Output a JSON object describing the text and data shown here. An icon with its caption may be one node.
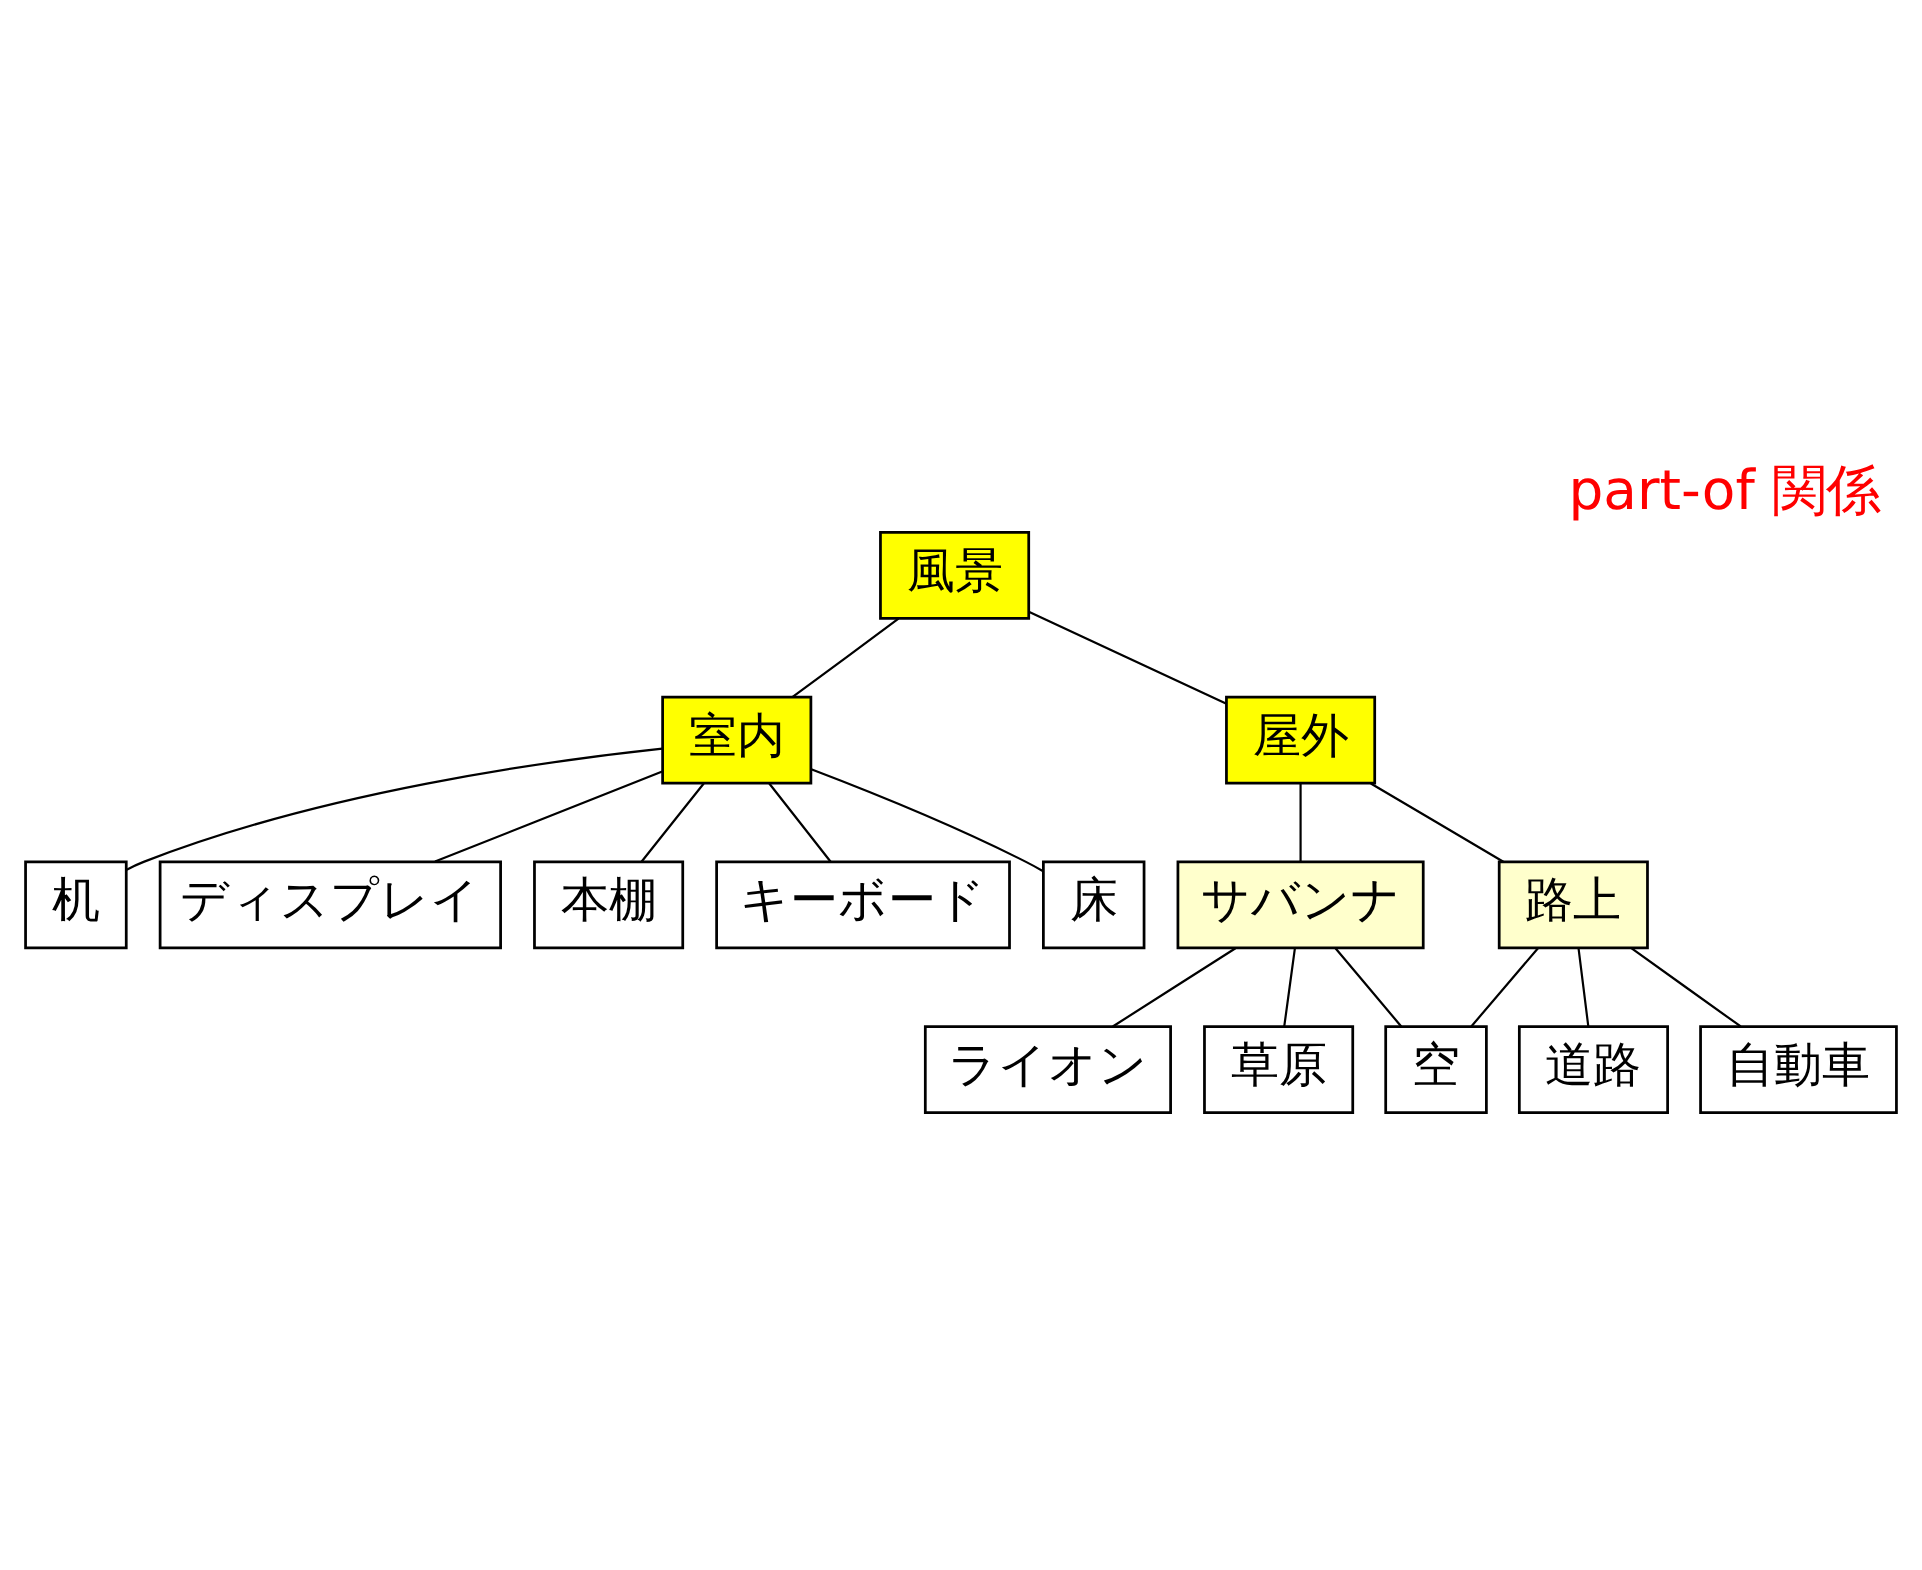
{
  "diagram": {
    "title": "part-of 関係",
    "nodes": [
      {
        "text": [
          "風景"
        ]
      },
      {
        "text": [
          "室内"
        ]
      },
      {
        "text": [
          "屋外"
        ]
      },
      {
        "text": [
          "サバンナ"
        ]
      },
      {
        "text": [
          "路上"
        ]
      },
      {
        "text": [
          "机"
        ]
      },
      {
        "text": [
          "ディスプレイ"
        ]
      },
      {
        "text": [
          "本棚"
        ]
      },
      {
        "text": [
          "キーボード"
        ]
      },
      {
        "text": [
          "床"
        ]
      },
      {
        "text": [
          "ライオン"
        ]
      },
      {
        "text": [
          "草原"
        ]
      },
      {
        "text": [
          "空"
        ]
      },
      {
        "text": [
          "道路"
        ]
      },
      {
        "text": [
          "自動車"
        ]
      }
    ],
    "edges": [
      {
        "from": 0,
        "to": 1,
        "arrow": "none"
      },
      {
        "from": 0,
        "to": 2,
        "arrow": "none"
      },
      {
        "from": 1,
        "to": 5,
        "arrow": "none"
      },
      {
        "from": 1,
        "to": 7,
        "arrow": "none"
      },
      {
        "from": 1,
        "to": 8,
        "arrow": "none"
      },
      {
        "from": 1,
        "to": 6,
        "arrow": "none"
      },
      {
        "from": 1,
        "to": 9,
        "arrow": "none"
      },
      {
        "from": 2,
        "to": 3,
        "arrow": "none"
      },
      {
        "from": 2,
        "to": 4,
        "arrow": "none"
      },
      {
        "from": 3,
        "to": 12,
        "arrow": "none"
      },
      {
        "from": 3,
        "to": 10,
        "arrow": "none"
      },
      {
        "from": 3,
        "to": 11,
        "arrow": "none"
      },
      {
        "from": 4,
        "to": 12,
        "arrow": "none"
      },
      {
        "from": 4,
        "to": 14,
        "arrow": "none"
      },
      {
        "from": 4,
        "to": 13,
        "arrow": "none"
      }
    ]
  }
}
